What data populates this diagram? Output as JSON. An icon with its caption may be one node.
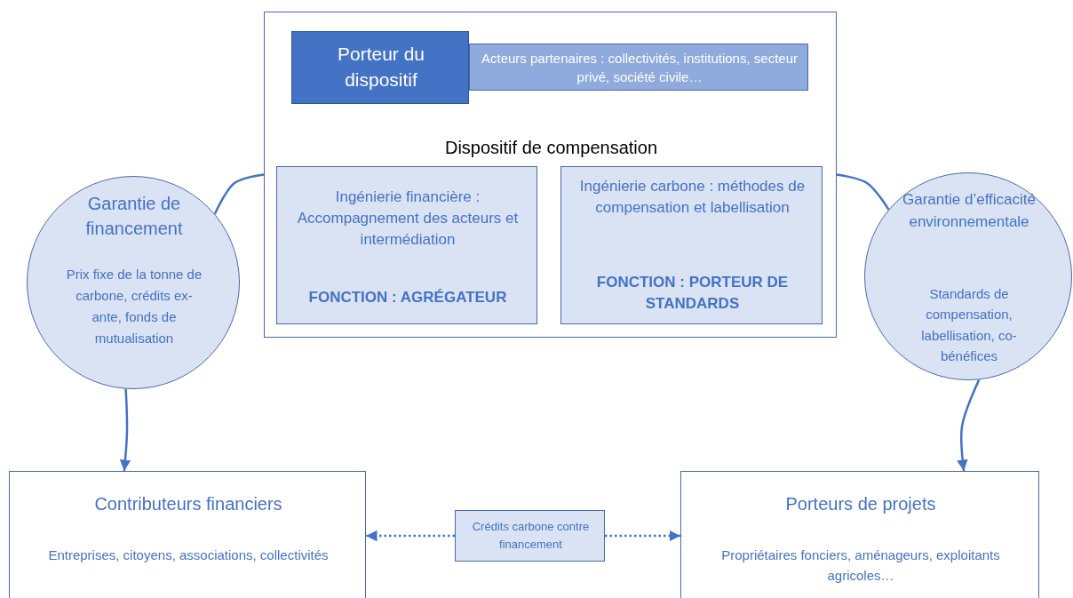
{
  "diagram": {
    "nodes": [
      {
        "text": [
          "Dispositif de compensation"
        ]
      },
      {
        "text": [
          "Porteur du dispositif"
        ],
        "in": 0
      },
      {
        "text": [
          "Acteurs partenaires : collectivités, institutions, secteur privé, société civile…"
        ],
        "in": 0
      },
      {
        "text": [
          "Ingénierie financière : Accompagnement des acteurs et intermédiation",
          "FONCTION : AGRÉGATEUR"
        ],
        "in": 0
      },
      {
        "text": [
          "Ingénierie carbone : méthodes de compensation et labellisation",
          "FONCTION : PORTEUR DE STANDARDS"
        ],
        "in": 0
      },
      {
        "text": [
          "Garantie de financement",
          "Prix fixe de la tonne de carbone, crédits ex-ante, fonds de mutualisation"
        ]
      },
      {
        "text": [
          "Garantie d’efficacité environnementale",
          "Standards de compensation, labellisation, co-bénéfices"
        ]
      },
      {
        "text": [
          "Contributeurs financiers",
          "Entreprises, citoyens, associations, collectivités"
        ]
      },
      {
        "text": [
          "Porteurs de projets",
          "Propriétaires fonciers, aménageurs, exploitants agricoles…"
        ]
      },
      {
        "text": [
          "Crédits carbone contre financement"
        ]
      }
    ],
    "edges": [
      {
        "from": 0,
        "to": 5,
        "arrow": "none"
      },
      {
        "from": 0,
        "to": 6,
        "arrow": "none"
      },
      {
        "from": 5,
        "to": 7,
        "arrow": "to"
      },
      {
        "from": 6,
        "to": 8,
        "arrow": "to"
      },
      {
        "from": 9,
        "to": 7,
        "arrow": "to",
        "style": "dashed"
      },
      {
        "from": 9,
        "to": 8,
        "arrow": "to",
        "style": "dashed"
      }
    ]
  }
}
